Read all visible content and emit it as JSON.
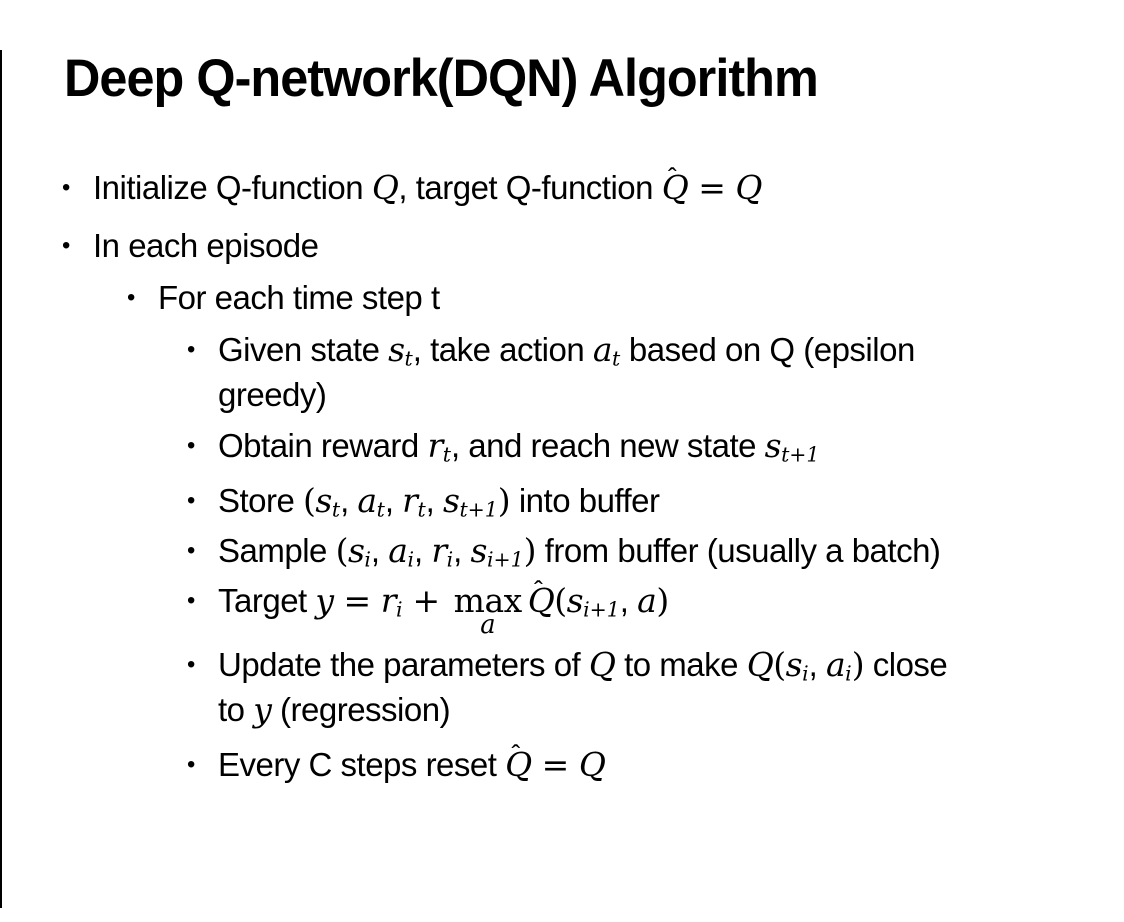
{
  "title": "Deep Q-network(DQN) Algorithm",
  "bullet_glyph": "•",
  "colors": {
    "background": "#ffffff",
    "text": "#000000",
    "edge_line": "#000000"
  },
  "bullets": [
    {
      "level": 1,
      "segments": [
        {
          "type": "text",
          "v": "Initialize Q-function "
        },
        {
          "type": "math",
          "v": "Q"
        },
        {
          "type": "text",
          "v": ", target Q-function "
        },
        {
          "type": "qhat",
          "base": "Q",
          "hat": "ˆ"
        },
        {
          "type": "op",
          "v": " = "
        },
        {
          "type": "math",
          "v": "Q"
        }
      ]
    },
    {
      "level": 1,
      "segments": [
        {
          "type": "text",
          "v": "In each episode"
        }
      ]
    },
    {
      "level": 2,
      "segments": [
        {
          "type": "text",
          "v": "For each time step t"
        }
      ]
    },
    {
      "level": 3,
      "segments": [
        {
          "type": "text",
          "v": "Given state "
        },
        {
          "type": "mathsub",
          "base": "s",
          "sub": "t"
        },
        {
          "type": "text",
          "v": ", take action "
        },
        {
          "type": "mathsub",
          "base": "a",
          "sub": "t"
        },
        {
          "type": "text",
          "v": " based on Q (epsilon"
        },
        {
          "type": "break"
        },
        {
          "type": "text",
          "v": "greedy)"
        }
      ]
    },
    {
      "level": 3,
      "segments": [
        {
          "type": "text",
          "v": "Obtain reward "
        },
        {
          "type": "mathsub",
          "base": "r",
          "sub": "t"
        },
        {
          "type": "text",
          "v": ", and reach new state "
        },
        {
          "type": "mathsub",
          "base": "s",
          "sub": "t+1"
        }
      ]
    },
    {
      "level": 3,
      "segments": [
        {
          "type": "text",
          "v": "Store "
        },
        {
          "type": "op",
          "v": "("
        },
        {
          "type": "mathsub",
          "base": "s",
          "sub": "t"
        },
        {
          "type": "text",
          "v": ", "
        },
        {
          "type": "mathsub",
          "base": "a",
          "sub": "t"
        },
        {
          "type": "text",
          "v": ", "
        },
        {
          "type": "mathsub",
          "base": "r",
          "sub": "t"
        },
        {
          "type": "text",
          "v": ", "
        },
        {
          "type": "mathsub",
          "base": "s",
          "sub": "t+1"
        },
        {
          "type": "op",
          "v": ")"
        },
        {
          "type": "text",
          "v": " into buffer"
        }
      ]
    },
    {
      "level": 3,
      "segments": [
        {
          "type": "text",
          "v": "Sample "
        },
        {
          "type": "op",
          "v": "("
        },
        {
          "type": "mathsub",
          "base": "s",
          "sub": "i"
        },
        {
          "type": "text",
          "v": ", "
        },
        {
          "type": "mathsub",
          "base": "a",
          "sub": "i"
        },
        {
          "type": "text",
          "v": ", "
        },
        {
          "type": "mathsub",
          "base": "r",
          "sub": "i"
        },
        {
          "type": "text",
          "v": ", "
        },
        {
          "type": "mathsub",
          "base": "s",
          "sub": "i+1"
        },
        {
          "type": "op",
          "v": ")"
        },
        {
          "type": "text",
          "v": " from buffer (usually a batch)"
        }
      ]
    },
    {
      "level": 3,
      "segments": [
        {
          "type": "text",
          "v": "Target "
        },
        {
          "type": "math",
          "v": "y"
        },
        {
          "type": "op",
          "v": " = "
        },
        {
          "type": "mathsub",
          "base": "r",
          "sub": "i"
        },
        {
          "type": "op",
          "v": " + "
        },
        {
          "type": "maxunder",
          "fn": "max",
          "under": "a"
        },
        {
          "type": "qhat",
          "base": "Q",
          "hat": "ˆ"
        },
        {
          "type": "op",
          "v": "("
        },
        {
          "type": "mathsub",
          "base": "s",
          "sub": "i+1"
        },
        {
          "type": "text",
          "v": ", "
        },
        {
          "type": "math",
          "v": "a"
        },
        {
          "type": "op",
          "v": ")"
        }
      ]
    },
    {
      "level": 3,
      "segments": [
        {
          "type": "text",
          "v": "Update the parameters of "
        },
        {
          "type": "math",
          "v": "Q"
        },
        {
          "type": "text",
          "v": " to make "
        },
        {
          "type": "math",
          "v": "Q"
        },
        {
          "type": "op",
          "v": "("
        },
        {
          "type": "mathsub",
          "base": "s",
          "sub": "i"
        },
        {
          "type": "text",
          "v": ", "
        },
        {
          "type": "mathsub",
          "base": "a",
          "sub": "i"
        },
        {
          "type": "op",
          "v": ")"
        },
        {
          "type": "text",
          "v": " close"
        },
        {
          "type": "break"
        },
        {
          "type": "text",
          "v": "to "
        },
        {
          "type": "math",
          "v": "y"
        },
        {
          "type": "text",
          "v": " (regression)"
        }
      ]
    },
    {
      "level": 3,
      "segments": [
        {
          "type": "text",
          "v": "Every C steps reset "
        },
        {
          "type": "qhat",
          "base": "Q",
          "hat": "ˆ"
        },
        {
          "type": "op",
          "v": " = "
        },
        {
          "type": "math",
          "v": "Q"
        }
      ]
    }
  ]
}
